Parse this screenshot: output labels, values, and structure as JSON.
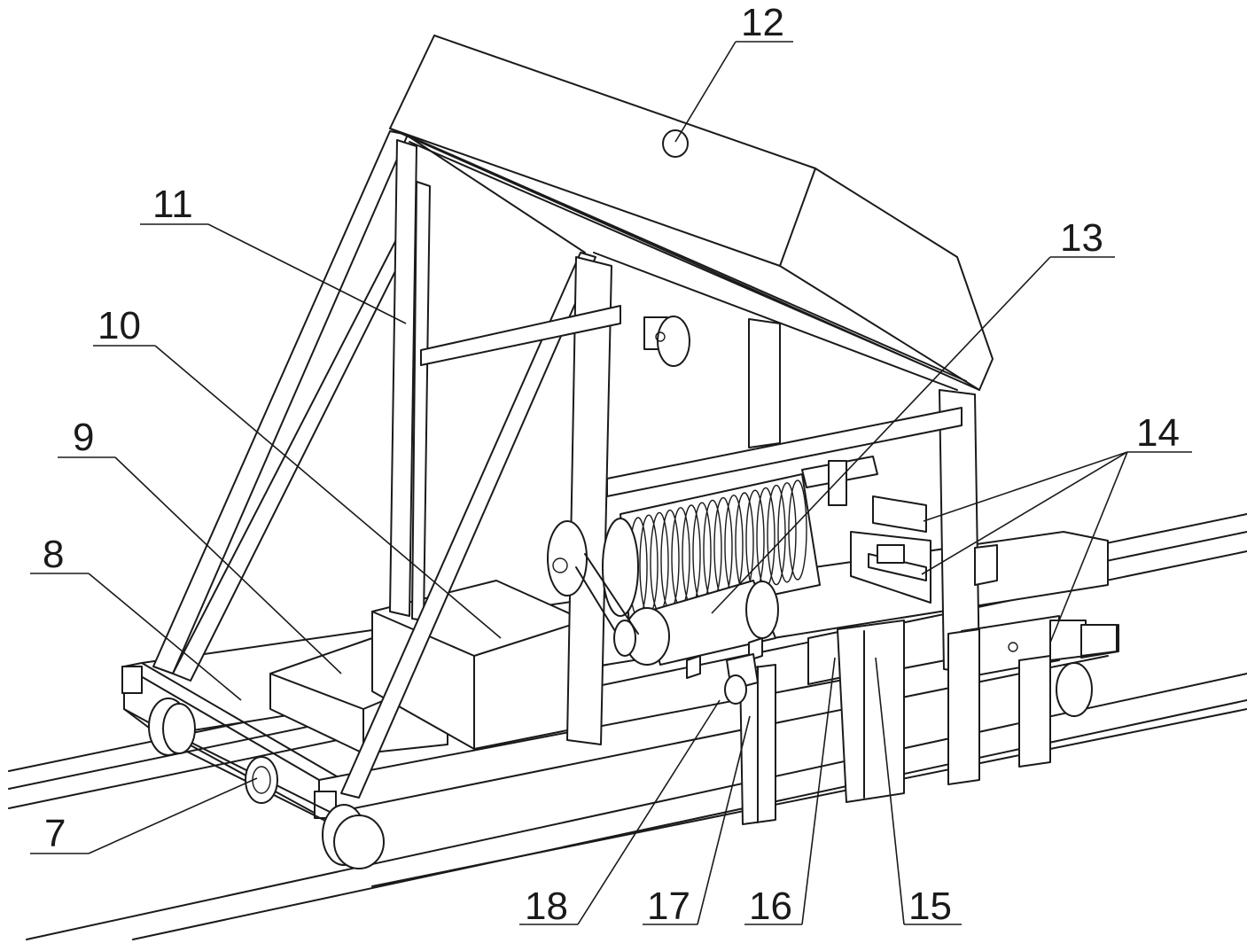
{
  "figure": {
    "labels": [
      {
        "id": "7",
        "text": "7"
      },
      {
        "id": "8",
        "text": "8"
      },
      {
        "id": "9",
        "text": "9"
      },
      {
        "id": "10",
        "text": "10"
      },
      {
        "id": "11",
        "text": "11"
      },
      {
        "id": "12",
        "text": "12"
      },
      {
        "id": "13",
        "text": "13"
      },
      {
        "id": "14",
        "text": "14"
      },
      {
        "id": "15",
        "text": "15"
      },
      {
        "id": "16",
        "text": "16"
      },
      {
        "id": "17",
        "text": "17"
      },
      {
        "id": "18",
        "text": "18"
      }
    ]
  }
}
